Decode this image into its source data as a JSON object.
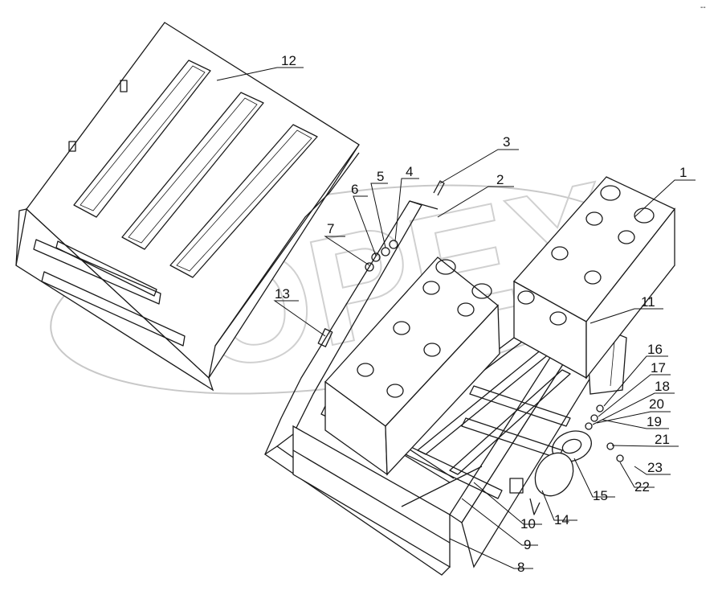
{
  "diagram": {
    "corner_mark": "--",
    "watermark_text": "OPEX",
    "callouts": [
      {
        "id": "1",
        "label": "1"
      },
      {
        "id": "2",
        "label": "2"
      },
      {
        "id": "3",
        "label": "3"
      },
      {
        "id": "4",
        "label": "4"
      },
      {
        "id": "5",
        "label": "5"
      },
      {
        "id": "6",
        "label": "6"
      },
      {
        "id": "7",
        "label": "7"
      },
      {
        "id": "8",
        "label": "8"
      },
      {
        "id": "9",
        "label": "9"
      },
      {
        "id": "10",
        "label": "10"
      },
      {
        "id": "11",
        "label": "11"
      },
      {
        "id": "12",
        "label": "12"
      },
      {
        "id": "13",
        "label": "13"
      },
      {
        "id": "14",
        "label": "14"
      },
      {
        "id": "15",
        "label": "15"
      },
      {
        "id": "16",
        "label": "16"
      },
      {
        "id": "17",
        "label": "17"
      },
      {
        "id": "18",
        "label": "18"
      },
      {
        "id": "19",
        "label": "19"
      },
      {
        "id": "20",
        "label": "20"
      },
      {
        "id": "21",
        "label": "21"
      },
      {
        "id": "22",
        "label": "22"
      },
      {
        "id": "23",
        "label": "23"
      }
    ]
  }
}
